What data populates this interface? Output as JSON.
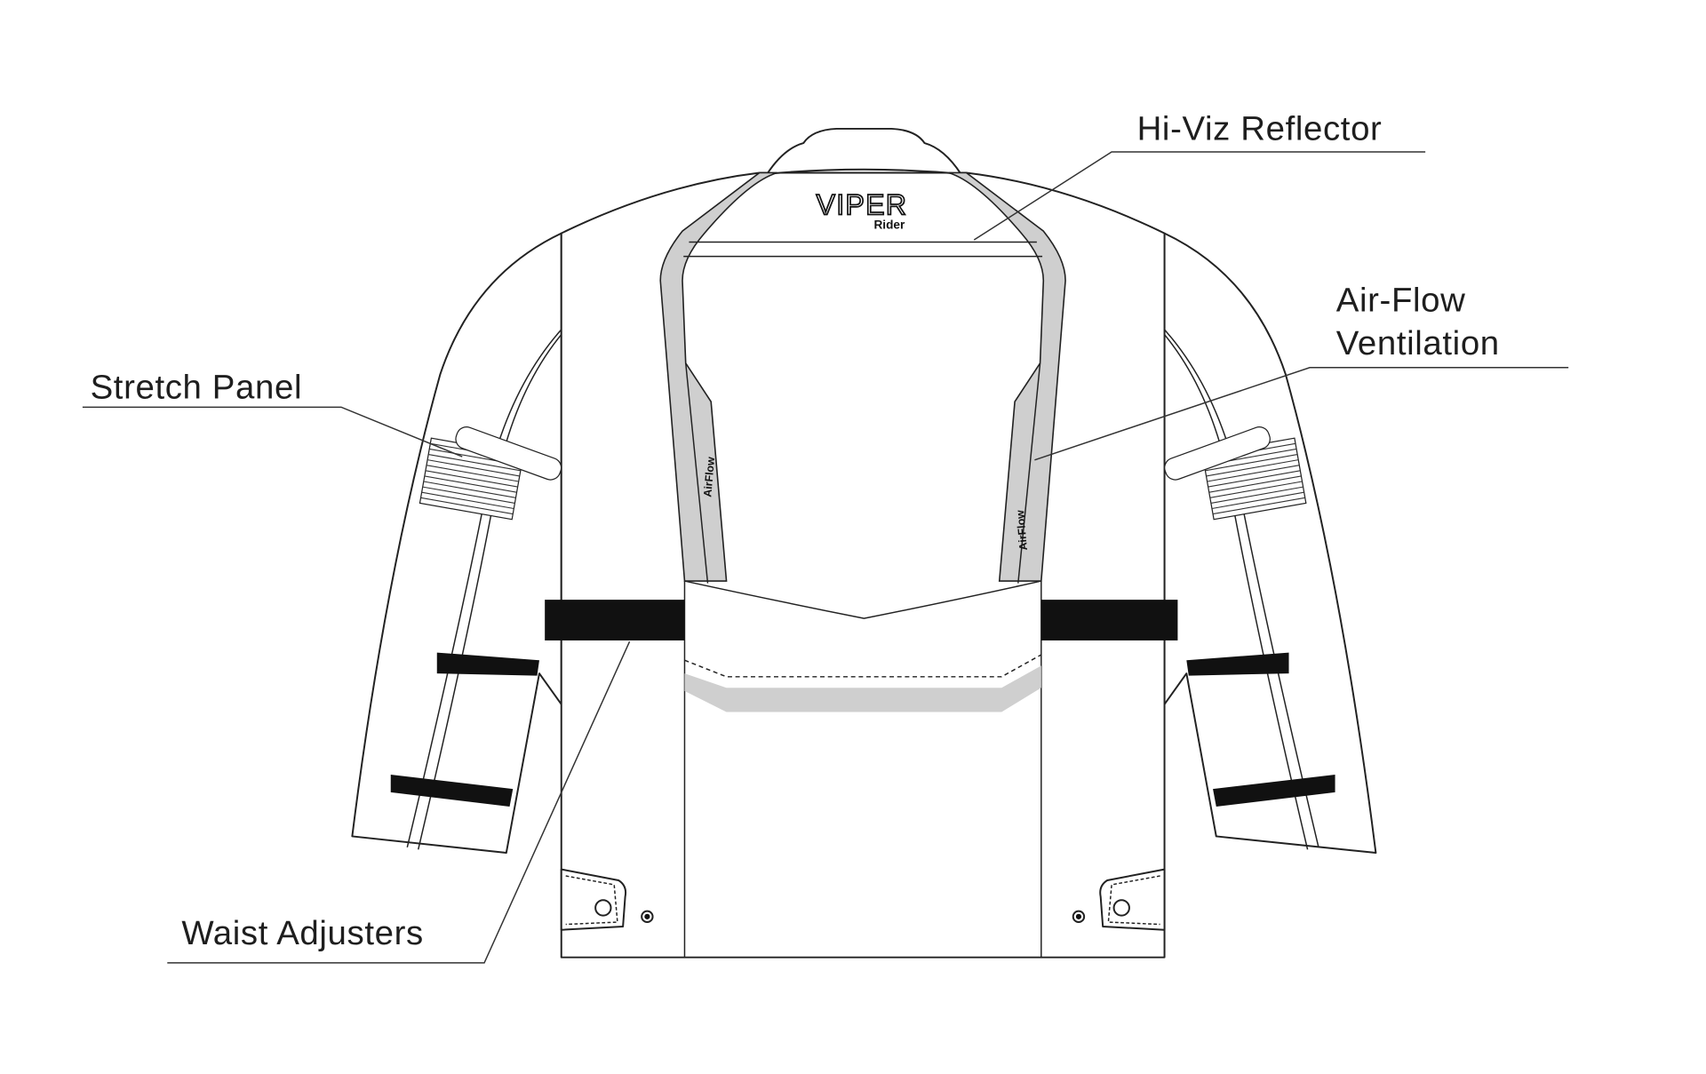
{
  "labels": {
    "hi_viz": "Hi-Viz Reflector",
    "airflow_line1": "Air-Flow",
    "airflow_line2": "Ventilation",
    "stretch_panel": "Stretch Panel",
    "waist_adjusters": "Waist Adjusters"
  },
  "jacket": {
    "logo_main": "VIPER",
    "logo_sub": "Rider",
    "vent_text": "AirFlow"
  },
  "colors": {
    "reflector_grey": "#cfcfcf",
    "strap_black": "#111111"
  }
}
